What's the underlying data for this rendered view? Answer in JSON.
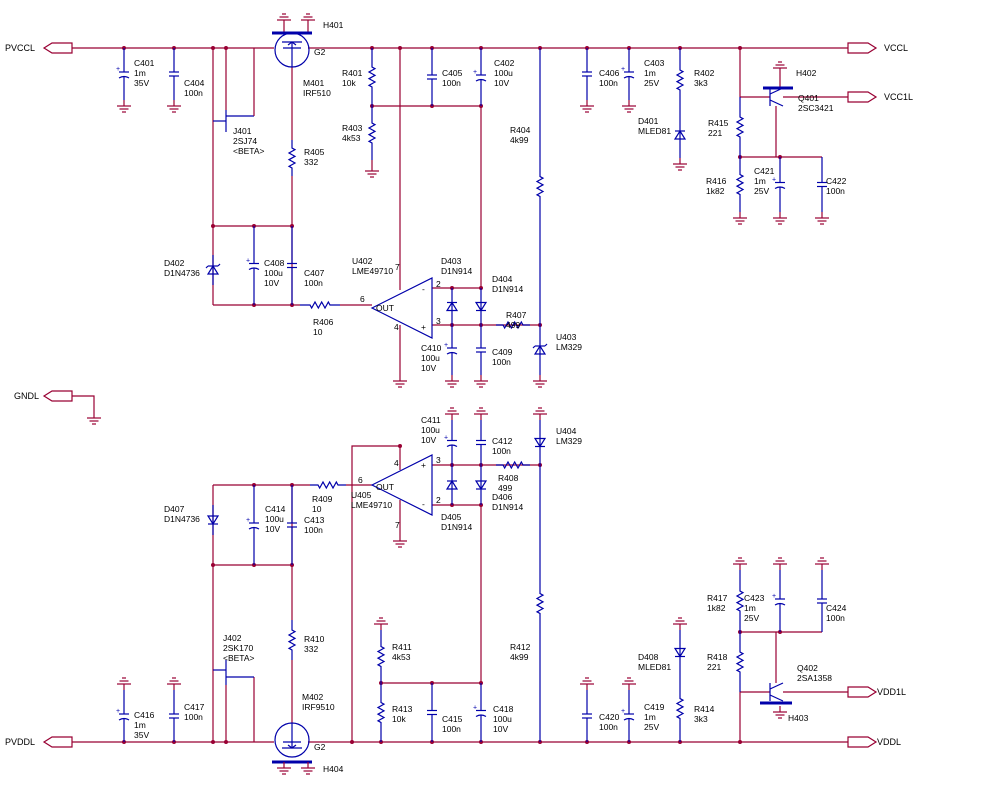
{
  "nets": {
    "pvccl": "PVCCL",
    "vccl": "VCCL",
    "vcc1l": "VCC1L",
    "gndl": "GNDL",
    "pvddl": "PVDDL",
    "vddl": "VDDL",
    "vdd1l": "VDD1L"
  },
  "parts": {
    "c401": [
      "C401",
      "1m",
      "35V"
    ],
    "c404": [
      "C404",
      "100n"
    ],
    "h401": [
      "H401"
    ],
    "m401": [
      "M401",
      "IRF510"
    ],
    "g2a": [
      "G2"
    ],
    "j401": [
      "J401",
      "2SJ74",
      "<BETA>"
    ],
    "r405": [
      "R405",
      "332"
    ],
    "d402": [
      "D402",
      "D1N4736"
    ],
    "c408": [
      "C408",
      "100u",
      "10V"
    ],
    "c407": [
      "C407",
      "100n"
    ],
    "r406": [
      "R406",
      "10"
    ],
    "r401": [
      "R401",
      "10k"
    ],
    "r403": [
      "R403",
      "4k53"
    ],
    "c405": [
      "C405",
      "100n"
    ],
    "c402": [
      "C402",
      "100u",
      "10V"
    ],
    "u402": [
      "U402",
      "LME49710"
    ],
    "d403": [
      "D403",
      "D1N914"
    ],
    "d404": [
      "D404",
      "D1N914"
    ],
    "r407": [
      "R407",
      "499"
    ],
    "c410": [
      "C410",
      "100u",
      "10V"
    ],
    "c409": [
      "C409",
      "100n"
    ],
    "r404": [
      "R404",
      "4k99"
    ],
    "u403": [
      "U403",
      "LM329"
    ],
    "c406": [
      "C406",
      "100n"
    ],
    "c403": [
      "C403",
      "1m",
      "25V"
    ],
    "r402": [
      "R402",
      "3k3"
    ],
    "d401": [
      "D401",
      "MLED81"
    ],
    "h402": [
      "H402"
    ],
    "q401": [
      "Q401",
      "2SC3421"
    ],
    "r415": [
      "R415",
      "221"
    ],
    "c421": [
      "C421",
      "1m",
      "25V"
    ],
    "r416": [
      "R416",
      "1k82"
    ],
    "c422": [
      "C422",
      "100n"
    ],
    "c411": [
      "C411",
      "100u",
      "10V"
    ],
    "c412": [
      "C412",
      "100n"
    ],
    "u404": [
      "U404",
      "LM329"
    ],
    "r408": [
      "R408",
      "499"
    ],
    "d406": [
      "D406",
      "D1N914"
    ],
    "d405": [
      "D405",
      "D1N914"
    ],
    "u405": [
      "U405",
      "LME49710"
    ],
    "r409": [
      "R409",
      "10"
    ],
    "d407": [
      "D407",
      "D1N4736"
    ],
    "c414": [
      "C414",
      "100u",
      "10V"
    ],
    "c413": [
      "C413",
      "100n"
    ],
    "j402": [
      "J402",
      "2SK170",
      "<BETA>"
    ],
    "r410": [
      "R410",
      "332"
    ],
    "c416": [
      "C416",
      "1m",
      "35V"
    ],
    "c417": [
      "C417",
      "100n"
    ],
    "m402": [
      "M402",
      "IRF9510"
    ],
    "g2b": [
      "G2"
    ],
    "h404": [
      "H404"
    ],
    "r411": [
      "R411",
      "4k53"
    ],
    "r413": [
      "R413",
      "10k"
    ],
    "c415": [
      "C415",
      "100n"
    ],
    "c418": [
      "C418",
      "100u",
      "10V"
    ],
    "r412": [
      "R412",
      "4k99"
    ],
    "c420": [
      "C420",
      "100n"
    ],
    "c419": [
      "C419",
      "1m",
      "25V"
    ],
    "d408": [
      "D408",
      "MLED81"
    ],
    "r414": [
      "R414",
      "3k3"
    ],
    "r417": [
      "R417",
      "1k82"
    ],
    "c423": [
      "C423",
      "1m",
      "25V"
    ],
    "c424": [
      "C424",
      "100n"
    ],
    "r418": [
      "R418",
      "221"
    ],
    "q402": [
      "Q402",
      "2SA1358"
    ],
    "h403": [
      "H403"
    ]
  },
  "pins": {
    "u402_in_neg": "2",
    "u402_in_pos": "3",
    "u402_out": "OUT",
    "u402_p6": "6",
    "u402_p7": "7",
    "u402_p4": "4",
    "u405_in_pos": "3",
    "u405_in_neg": "2",
    "u405_out": "OUT",
    "u405_p6": "6",
    "u405_p7": "7",
    "u405_p4": "4",
    "minus": "-",
    "plus": "+"
  }
}
